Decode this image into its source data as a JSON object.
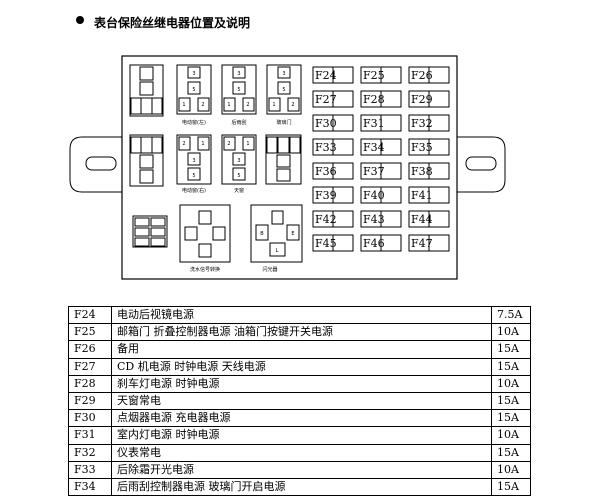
{
  "heading": "表台保险丝继电器位置及说明",
  "relays": {
    "top": [
      {
        "pins": [
          "3",
          "5",
          "1",
          "2"
        ],
        "caption": "电动窗(左)"
      },
      {
        "pins": [
          "3",
          "5",
          "1",
          "2"
        ],
        "caption": "后雨刮"
      },
      {
        "pins": [
          "3",
          "5",
          "1",
          "2"
        ],
        "caption": "玻璃门"
      }
    ],
    "middle": [
      {
        "pins": [
          "2",
          "1",
          "3",
          "5"
        ],
        "caption": "电动窗(右)"
      },
      {
        "pins": [
          "2",
          "1",
          "3",
          "5"
        ],
        "caption": "天窗"
      }
    ],
    "bottom_left_caption": "洗水信号转换",
    "flasher_pins": [
      "B",
      "E",
      "L"
    ],
    "flasher_caption": "闪光器"
  },
  "fuse_grid": [
    "F24",
    "F25",
    "F26",
    "F27",
    "F28",
    "F29",
    "F30",
    "F31",
    "F32",
    "F33",
    "F34",
    "F35",
    "F36",
    "F37",
    "F38",
    "F39",
    "F40",
    "F41",
    "F42",
    "F43",
    "F44",
    "F45",
    "F46",
    "F47"
  ],
  "fuse_table": [
    {
      "code": "F24",
      "desc": "电动后视镜电源",
      "amp": "7.5A"
    },
    {
      "code": "F25",
      "desc": "邮箱门 折叠控制器电源  油箱门按键开关电源",
      "amp": "10A"
    },
    {
      "code": "F26",
      "desc": "备用",
      "amp": "15A"
    },
    {
      "code": "F27",
      "desc": "CD 机电源   时钟电源   天线电源",
      "amp": "15A"
    },
    {
      "code": "F28",
      "desc": "刹车灯电源   时钟电源",
      "amp": "10A"
    },
    {
      "code": "F29",
      "desc": "天窗常电",
      "amp": "15A"
    },
    {
      "code": "F30",
      "desc": "点烟器电源   充电器电源",
      "amp": "15A"
    },
    {
      "code": "F31",
      "desc": "室内灯电源    时钟电源",
      "amp": "10A"
    },
    {
      "code": "F32",
      "desc": "仪表常电",
      "amp": "15A"
    },
    {
      "code": "F33",
      "desc": "后除霜开光电源",
      "amp": "10A"
    },
    {
      "code": "F34",
      "desc": "后雨刮控制器电源   玻璃门开启电源",
      "amp": "15A"
    }
  ]
}
